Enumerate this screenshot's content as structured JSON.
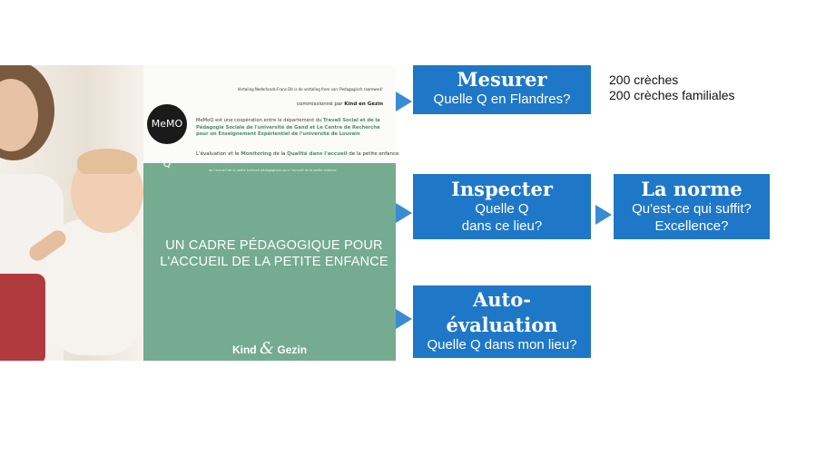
{
  "cover": {
    "small_line_1": "Vertaling Nederlands-Frans Dit is de vertaling from van 'Pedagogisch raamwerk'",
    "commissioned_prefix": "commissionné par",
    "commissioned_by": "Kind en Gezin",
    "logo_text": "MeMO Q",
    "paragraph_a": "MeMoQ est une coopération entre le département du ",
    "paragraph_b": "Travail Social et de la Pédagogie Sociale de l'université de Gand et Le Centre de Recherche pour un Enseignement Expérientiel de l'université de Louvain",
    "eval_a": "L'évaluation",
    "eval_b": " et le ",
    "eval_c": "Monitoring",
    "eval_d": " de la ",
    "eval_e": "Qualité dans l'accueil",
    "eval_f": " de la petite enfance",
    "small_line_5": "de l'accueil de la petite enfance pédagogique pour l'accueil de la petite enfance",
    "title_line_1": "UN CADRE PÉDAGOGIQUE POUR",
    "title_line_2": "L'ACCUEIL  DE LA PETITE ENFANCE",
    "brand_left": "Kind",
    "brand_amp": "&",
    "brand_right": "Gezin"
  },
  "boxes": {
    "mesurer": {
      "title": "Mesurer",
      "subtitle": "Quelle Q en Flandres?"
    },
    "inspecter": {
      "title": "Inspecter",
      "line1": "Quelle Q",
      "line2": "dans ce lieu?"
    },
    "norme": {
      "title": "La norme",
      "line1": "Qu'est-ce qui suffit?",
      "line2": "Excellence?"
    },
    "auto": {
      "title1": "Auto-",
      "title2": "évaluation",
      "subtitle": "Quelle Q dans mon lieu?"
    }
  },
  "note": {
    "line1": "200 crèches",
    "line2": "200 crèches familiales"
  },
  "colors": {
    "box_blue": "#1f77c7",
    "arrow_blue": "#3a8bd3",
    "cover_green": "#74ab91"
  }
}
